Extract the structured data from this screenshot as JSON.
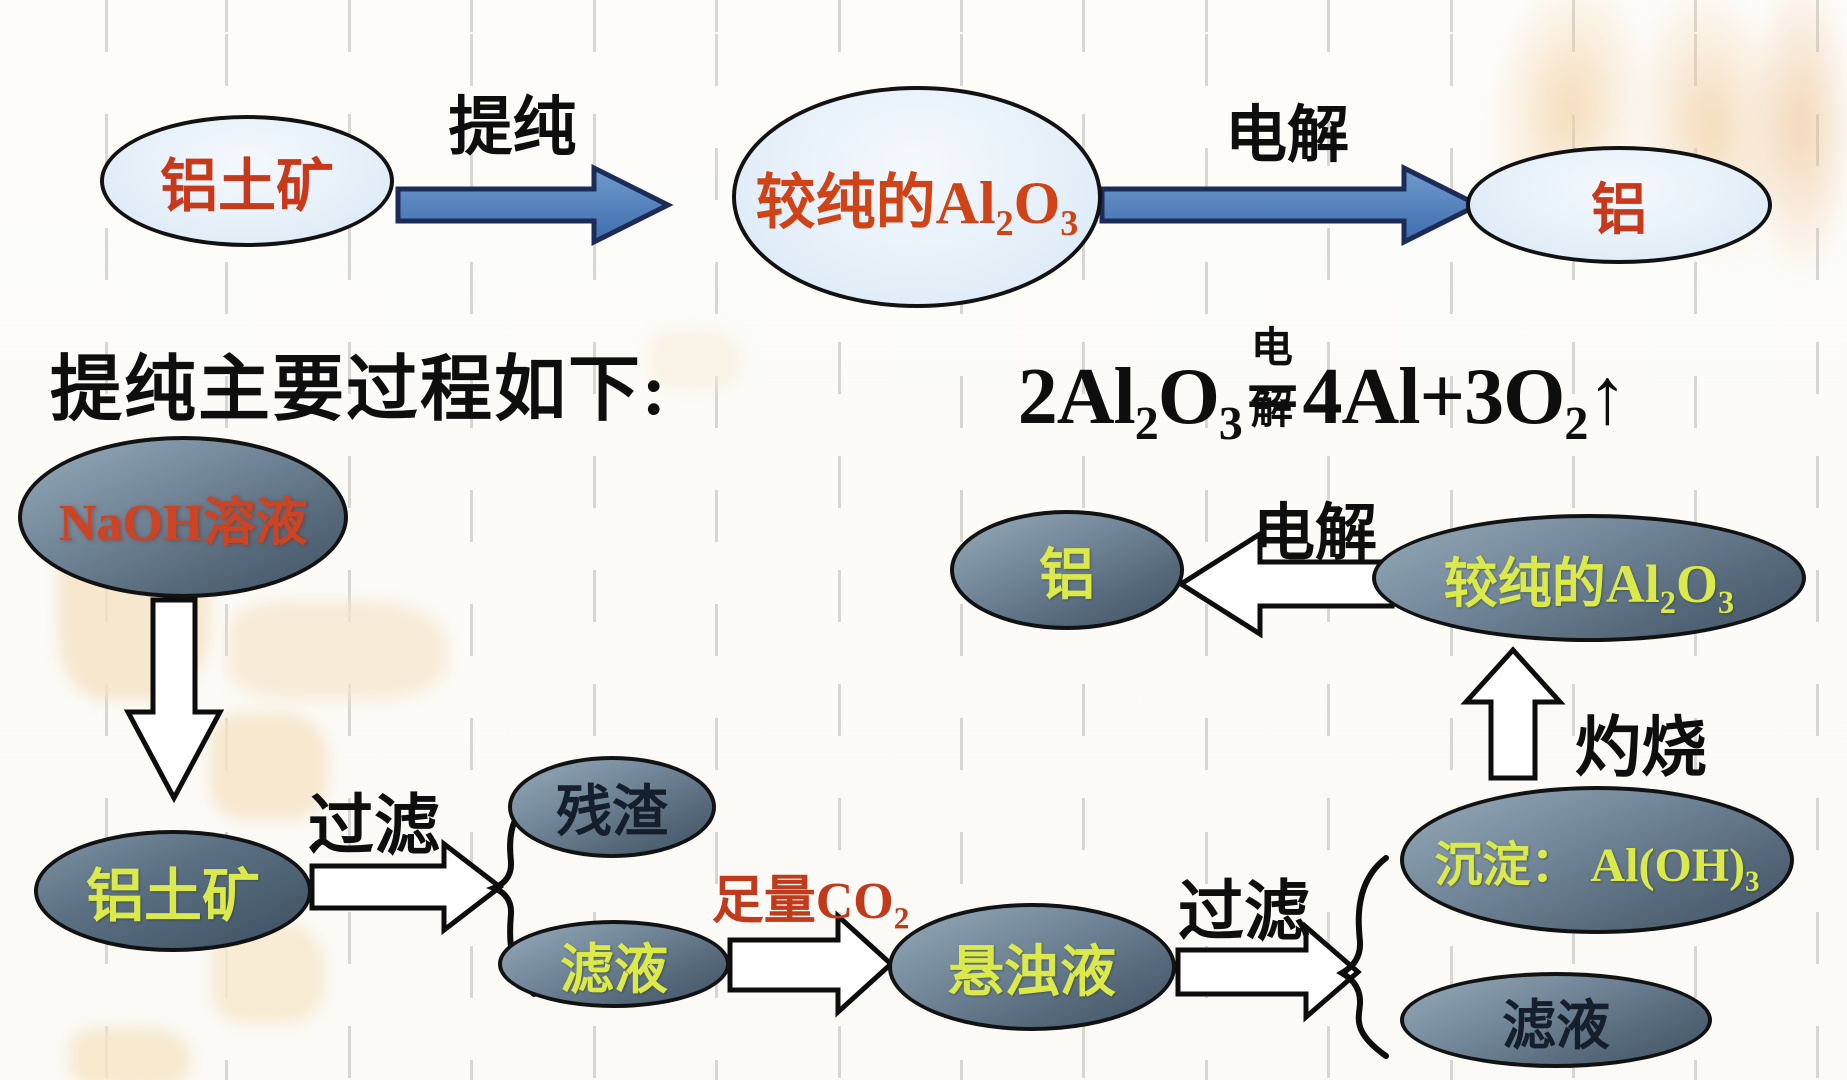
{
  "top_flow": {
    "bauxite": "铝土矿",
    "purify_label": "提纯",
    "pure_al2o3": "较纯的Al₂O₃",
    "electrolysis_label": "电解",
    "aluminum": "铝"
  },
  "heading": "提纯主要过程如下:",
  "equation": {
    "lhs": "2Al₂O₃",
    "equals": "=",
    "condition": "电解",
    "rhs": "4Al+3O₂↑"
  },
  "process_flow": {
    "naoh_solution": "NaOH溶液",
    "bauxite": "铝土矿",
    "filter1_label": "过滤",
    "residue": "残渣",
    "filtrate1": "滤液",
    "co2_label": "足量CO₂",
    "suspension": "悬浊液",
    "filter2_label": "过滤",
    "precipitate": "沉淀： Al(OH)₃",
    "filtrate2": "滤液",
    "calcination_label": "灼烧",
    "pure_al2o3": "较纯的Al₂O₃",
    "electrolysis_label": "电解",
    "aluminum": "铝"
  },
  "colors": {
    "light_node_fill": "#e6f0f9",
    "dark_node_fill": "#5d7385",
    "red_text": "#c8391b",
    "yellow_text": "#dce94a",
    "blue_arrow": "#4c7db9",
    "blue_arrow_border": "#1c2b57",
    "watermark_tan": "#f2dfc2"
  }
}
